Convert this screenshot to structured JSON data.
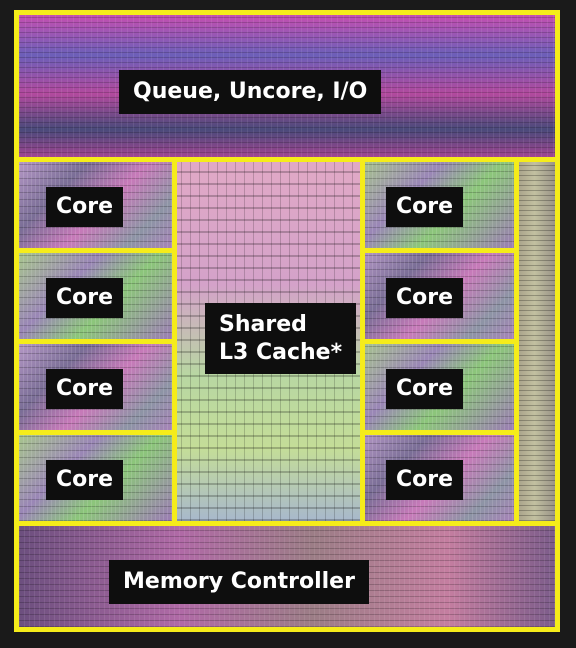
{
  "regions": {
    "uncore": "Queue, Uncore, I/O",
    "cache": "Shared\nL3 Cache*",
    "memory": "Memory Controller"
  },
  "cores": {
    "left": [
      "Core",
      "Core",
      "Core",
      "Core"
    ],
    "right": [
      "Core",
      "Core",
      "Core",
      "Core"
    ]
  },
  "colors": {
    "outline": "#f5ec1a",
    "label_background": "#0e0e0e",
    "label_text": "#ffffff",
    "frame_background": "#1a1a1a"
  }
}
